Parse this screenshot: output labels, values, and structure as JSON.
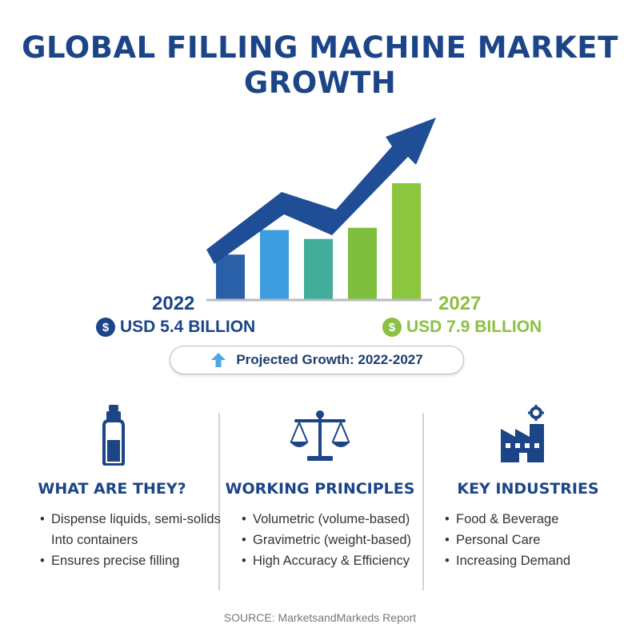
{
  "title": {
    "line1": "GLOBAL FILLING MACHINE MARKET",
    "line2": "GROWTH"
  },
  "colors": {
    "navy": "#1c4587",
    "blue": "#3b9ddd",
    "teal": "#41ad9a",
    "green": "#8cc043",
    "lime": "#8cc63f"
  },
  "chart_data": {
    "type": "bar",
    "values": [
      1,
      1.55,
      1.35,
      1.6,
      2.6
    ],
    "bar_colors": [
      "#2960a8",
      "#3b9ddd",
      "#41ad9a",
      "#7ebf3e",
      "#8cc63f"
    ],
    "trend_arrow": true
  },
  "start": {
    "year": "2022",
    "value": "USD 5.4 BILLION",
    "icon": "dollar-coin-icon"
  },
  "end": {
    "year": "2027",
    "value": "USD 7.9 BILLION",
    "icon": "dollar-coin-icon"
  },
  "projection": {
    "label": "Projected Growth: 2022-2027",
    "icon": "up-arrow-icon"
  },
  "columns": [
    {
      "icon": "bottle-icon",
      "heading": "WHAT ARE THEY?",
      "bullets": [
        "Dispense liquids, semi-solids",
        "Into containers",
        "Ensures precise filling"
      ]
    },
    {
      "icon": "scale-icon",
      "heading": "WORKING PRINCIPLES",
      "bullets": [
        "Volumetric (volume-based)",
        "Gravimetric (weight-based)",
        "High Accuracy & Efficiency"
      ]
    },
    {
      "icon": "factory-icon",
      "heading": "KEY INDUSTRIES",
      "bullets": [
        "Food & Beverage",
        "Personal Care",
        "Increasing Demand"
      ]
    }
  ],
  "source": "SOURCE: MarketsandMarkeds Report"
}
